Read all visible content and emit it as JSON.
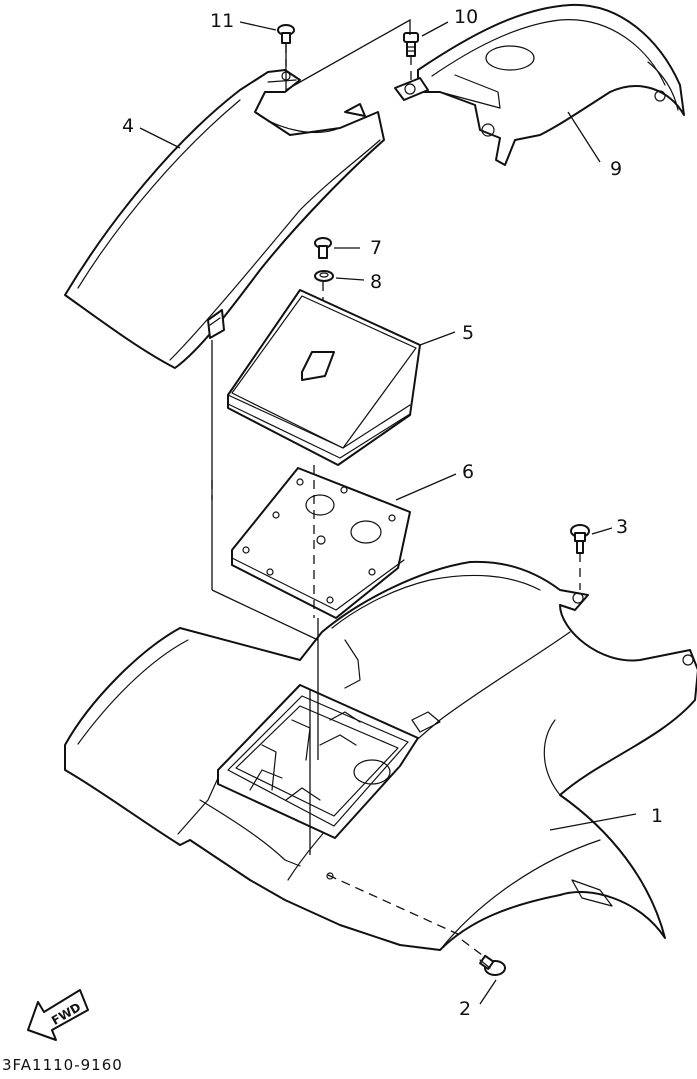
{
  "diagram": {
    "callouts": [
      "1",
      "2",
      "3",
      "4",
      "5",
      "6",
      "7",
      "8",
      "9",
      "10",
      "11"
    ],
    "direction_label": "FWD",
    "drawing_code": "3FA1110-9160"
  }
}
